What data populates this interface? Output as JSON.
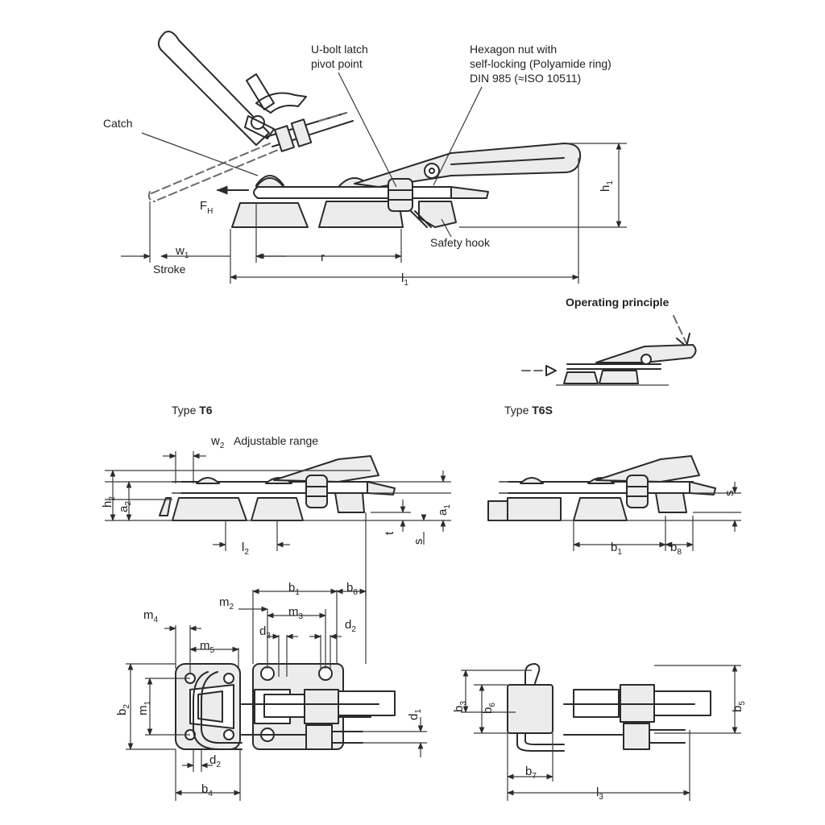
{
  "top_view": {
    "labels": {
      "catch": "Catch",
      "u_bolt": [
        "U-bolt latch",
        "pivot point"
      ],
      "hex_nut": [
        "Hexagon nut with",
        "self-locking (Polyamide ring)",
        "DIN 985 (≈ISO 10511)"
      ],
      "safety_hook": "Safety hook",
      "stroke": "Stroke"
    },
    "dims": {
      "fh": "F",
      "fh_sub": "H",
      "w1": "w",
      "w1_sub": "1",
      "r": "r",
      "l1": "l",
      "l1_sub": "1",
      "h1": "h",
      "h1_sub": "1"
    }
  },
  "operating_principle": {
    "title": "Operating principle"
  },
  "type_t6": {
    "title_prefix": "Type ",
    "title_code": "T6",
    "w2": "w",
    "w2_sub": "2",
    "adjustable": "Adjustable range",
    "h2": "h",
    "h2_sub": "2",
    "a2": "a",
    "a2_sub": "2",
    "a1": "a",
    "a1_sub": "1",
    "t": "t",
    "s": "s",
    "l2": "l",
    "l2_sub": "2",
    "b1": "b",
    "b1_sub": "1",
    "b8": "b",
    "b8_sub": "8"
  },
  "type_t6s": {
    "title_prefix": "Type ",
    "title_code": "T6S",
    "s": "s",
    "b1": "b",
    "b1_sub": "1",
    "b8": "b",
    "b8_sub": "8"
  },
  "plan_t6": {
    "m2": "m",
    "m2_sub": "2",
    "m3": "m",
    "m3_sub": "3",
    "m4": "m",
    "m4_sub": "4",
    "m5": "m",
    "m5_sub": "5",
    "d3": "d",
    "d3_sub": "3",
    "d2": "d",
    "d2_sub": "2",
    "d2b": "d",
    "d2b_sub": "2",
    "b2": "b",
    "b2_sub": "2",
    "m1": "m",
    "m1_sub": "1",
    "d1": "d",
    "d1_sub": "1",
    "b4": "b",
    "b4_sub": "4"
  },
  "plan_t6s": {
    "b3": "b",
    "b3_sub": "3",
    "b6": "b",
    "b6_sub": "6",
    "b5": "b",
    "b5_sub": "5",
    "b7": "b",
    "b7_sub": "7",
    "l3": "l",
    "l3_sub": "3"
  }
}
